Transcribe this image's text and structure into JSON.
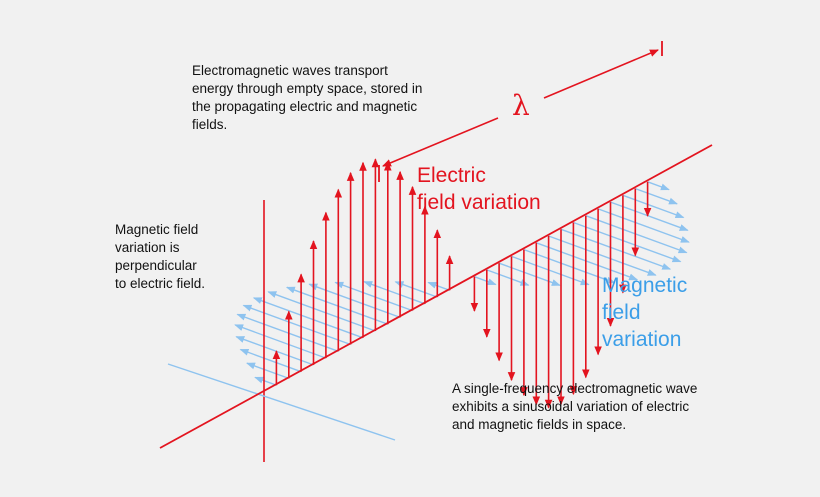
{
  "texts": {
    "top_note": "Electromagnetic waves transport energy through empty space, stored in the propagating electric and magnetic fields.",
    "left_note": "Magnetic field\nvariation is\nperpendicular\nto electric field.",
    "bottom_note": "A single-frequency electromagnetic wave exhibits a sinusoidal variation of electric and magnetic fields in space.",
    "electric_label": "Electric\nfield variation",
    "magnetic_label": "Magnetic\nfield\nvariation",
    "wavelength_symbol": "λ"
  },
  "colors": {
    "background": "#f1f1f1",
    "electric": "#e3141f",
    "magnetic": "#8ec3ef",
    "text": "#111111"
  }
}
